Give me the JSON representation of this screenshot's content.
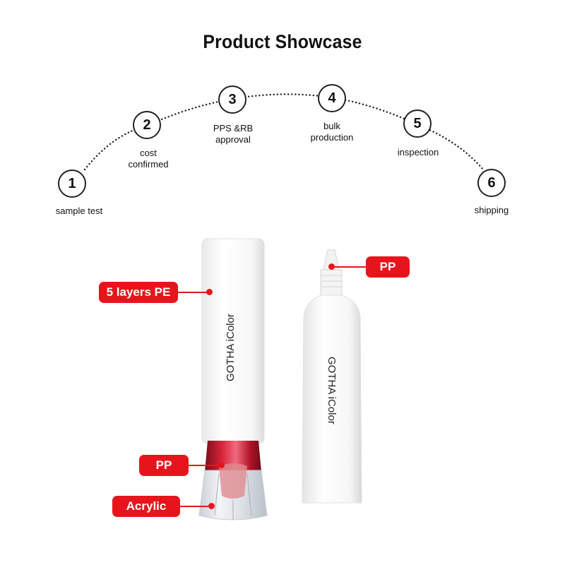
{
  "title": "Product Showcase",
  "steps": [
    {
      "number": "1",
      "label": "sample test"
    },
    {
      "number": "2",
      "label": "cost\nconfirmed"
    },
    {
      "number": "3",
      "label": "PPS &RB\napproval"
    },
    {
      "number": "4",
      "label": "bulk\nproduction"
    },
    {
      "number": "5",
      "label": "inspection"
    },
    {
      "number": "6",
      "label": "shipping"
    }
  ],
  "callouts": {
    "left_tube": "5 layers PE",
    "left_cap": "PP",
    "left_base": "Acrylic",
    "right_nozzle": "PP"
  },
  "brand": {
    "left": "GOTHA iColor",
    "right": "GOTHA iColor"
  },
  "colors": {
    "accent": "#e8141b",
    "cap_red": "#c0162c",
    "tube_white": "#ffffff"
  }
}
